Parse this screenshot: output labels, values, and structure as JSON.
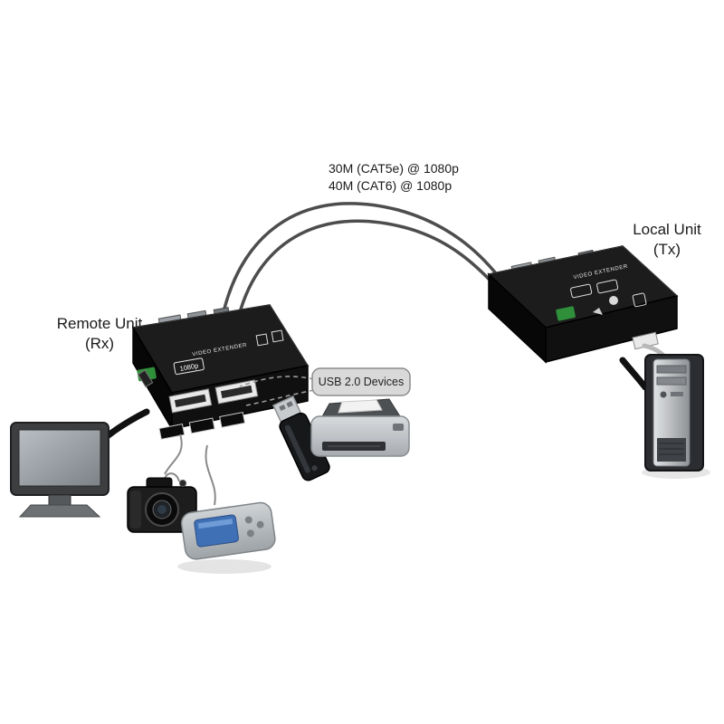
{
  "figure": {
    "cable_labels": [
      "30M (CAT5e) @ 1080p",
      "40M (CAT6)   @ 1080p"
    ],
    "local_unit": {
      "name_line1": "Local Unit",
      "name_line2": "(Tx)",
      "panel_text": "VIDEO EXTENDER"
    },
    "remote_unit": {
      "name_line1": "Remote Unit",
      "name_line2": "(Rx)",
      "panel_text": "VIDEO EXTENDER",
      "badge_1080p": "1080p"
    },
    "usb_callout": {
      "label": "USB 2.0 Devices"
    },
    "colors": {
      "unit_body": "#181818",
      "cable": "#4d4d4d",
      "callout_fill": "#d9d9d9",
      "callout_border": "#8c8c8c",
      "label_text": "#1a1a1a"
    }
  }
}
